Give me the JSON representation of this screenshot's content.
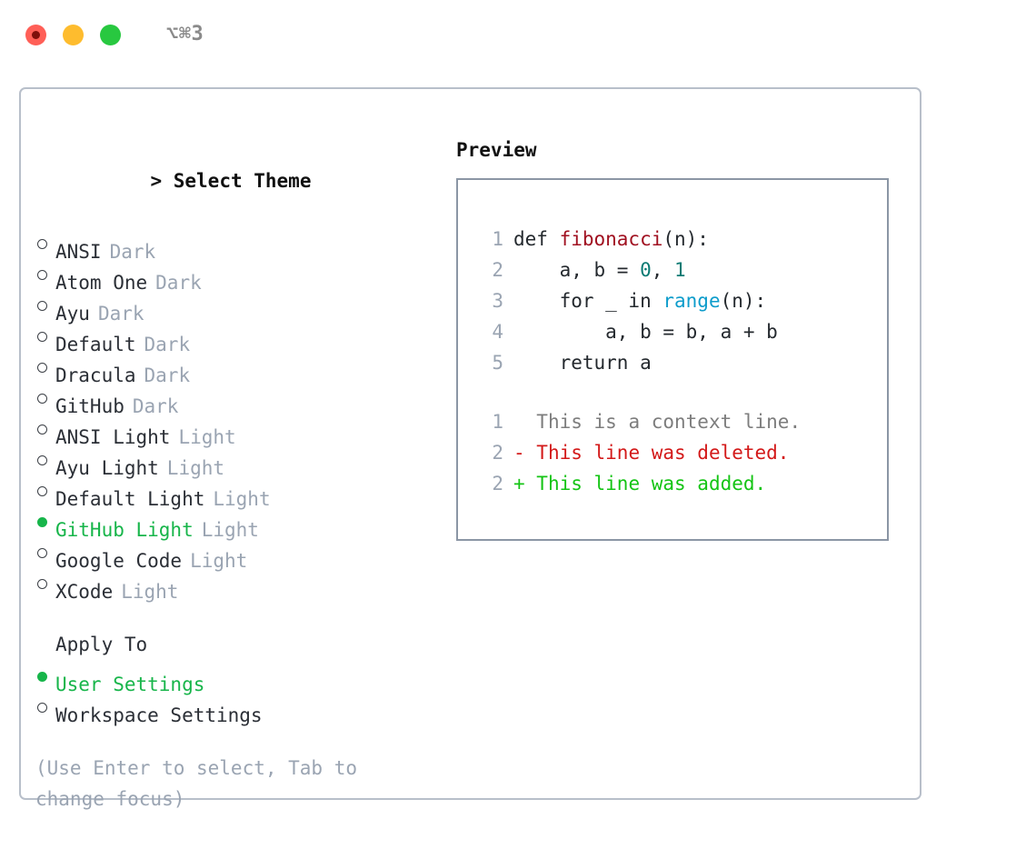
{
  "titlebar": {
    "shortcut": "⌥⌘3",
    "buttons": [
      {
        "name": "close",
        "color": "#ff5f57"
      },
      {
        "name": "minimize",
        "color": "#febc2e"
      },
      {
        "name": "maximize",
        "color": "#28c840"
      }
    ]
  },
  "theme_picker": {
    "prompt": ">",
    "title": "Select Theme",
    "options": [
      {
        "name": "ANSI",
        "tag": "Dark",
        "selected": false
      },
      {
        "name": "Atom One",
        "tag": "Dark",
        "selected": false
      },
      {
        "name": "Ayu",
        "tag": "Dark",
        "selected": false
      },
      {
        "name": "Default",
        "tag": "Dark",
        "selected": false
      },
      {
        "name": "Dracula",
        "tag": "Dark",
        "selected": false
      },
      {
        "name": "GitHub",
        "tag": "Dark",
        "selected": false
      },
      {
        "name": "ANSI Light",
        "tag": "Light",
        "selected": false
      },
      {
        "name": "Ayu Light",
        "tag": "Light",
        "selected": false
      },
      {
        "name": "Default Light",
        "tag": "Light",
        "selected": false
      },
      {
        "name": "GitHub Light",
        "tag": "Light",
        "selected": true
      },
      {
        "name": "Google Code",
        "tag": "Light",
        "selected": false
      },
      {
        "name": "XCode",
        "tag": "Light",
        "selected": false
      }
    ]
  },
  "apply_to": {
    "title": "Apply To",
    "options": [
      {
        "name": "User Settings",
        "selected": true
      },
      {
        "name": "Workspace Settings",
        "selected": false
      }
    ]
  },
  "hint": "(Use Enter to select, Tab to change focus)",
  "preview": {
    "title": "Preview",
    "code_lines": [
      {
        "lineno": "1",
        "tokens": [
          {
            "text": "def ",
            "kind": "kw"
          },
          {
            "text": "fibonacci",
            "kind": "fn"
          },
          {
            "text": "(n):",
            "kind": "pun"
          }
        ]
      },
      {
        "lineno": "2",
        "tokens": [
          {
            "text": "    a, b = ",
            "kind": "kw"
          },
          {
            "text": "0",
            "kind": "num"
          },
          {
            "text": ", ",
            "kind": "pun"
          },
          {
            "text": "1",
            "kind": "num"
          }
        ]
      },
      {
        "lineno": "3",
        "tokens": [
          {
            "text": "    for _ in ",
            "kind": "kw"
          },
          {
            "text": "range",
            "kind": "bi"
          },
          {
            "text": "(n):",
            "kind": "pun"
          }
        ]
      },
      {
        "lineno": "4",
        "tokens": [
          {
            "text": "        a, b = b, a + b",
            "kind": "kw"
          }
        ]
      },
      {
        "lineno": "5",
        "tokens": [
          {
            "text": "    return a",
            "kind": "kw"
          }
        ]
      }
    ],
    "diff_lines": [
      {
        "lineno": "1",
        "marker": "  ",
        "text": "This is a context line.",
        "kind": "ctx"
      },
      {
        "lineno": "2",
        "marker": "- ",
        "text": "This line was deleted.",
        "kind": "del"
      },
      {
        "lineno": "2",
        "marker": "+ ",
        "text": "This line was added.",
        "kind": "add"
      }
    ]
  },
  "colors": {
    "selected_green": "#17b54a",
    "muted_gray": "#9aa4b2",
    "panel_border": "#b8bfca",
    "preview_border": "#8b96a5",
    "diff_add": "#14c414",
    "diff_del": "#d31919",
    "syntax_function": "#a01020",
    "syntax_builtin": "#0d9ccb",
    "syntax_number": "#0a7a73"
  }
}
